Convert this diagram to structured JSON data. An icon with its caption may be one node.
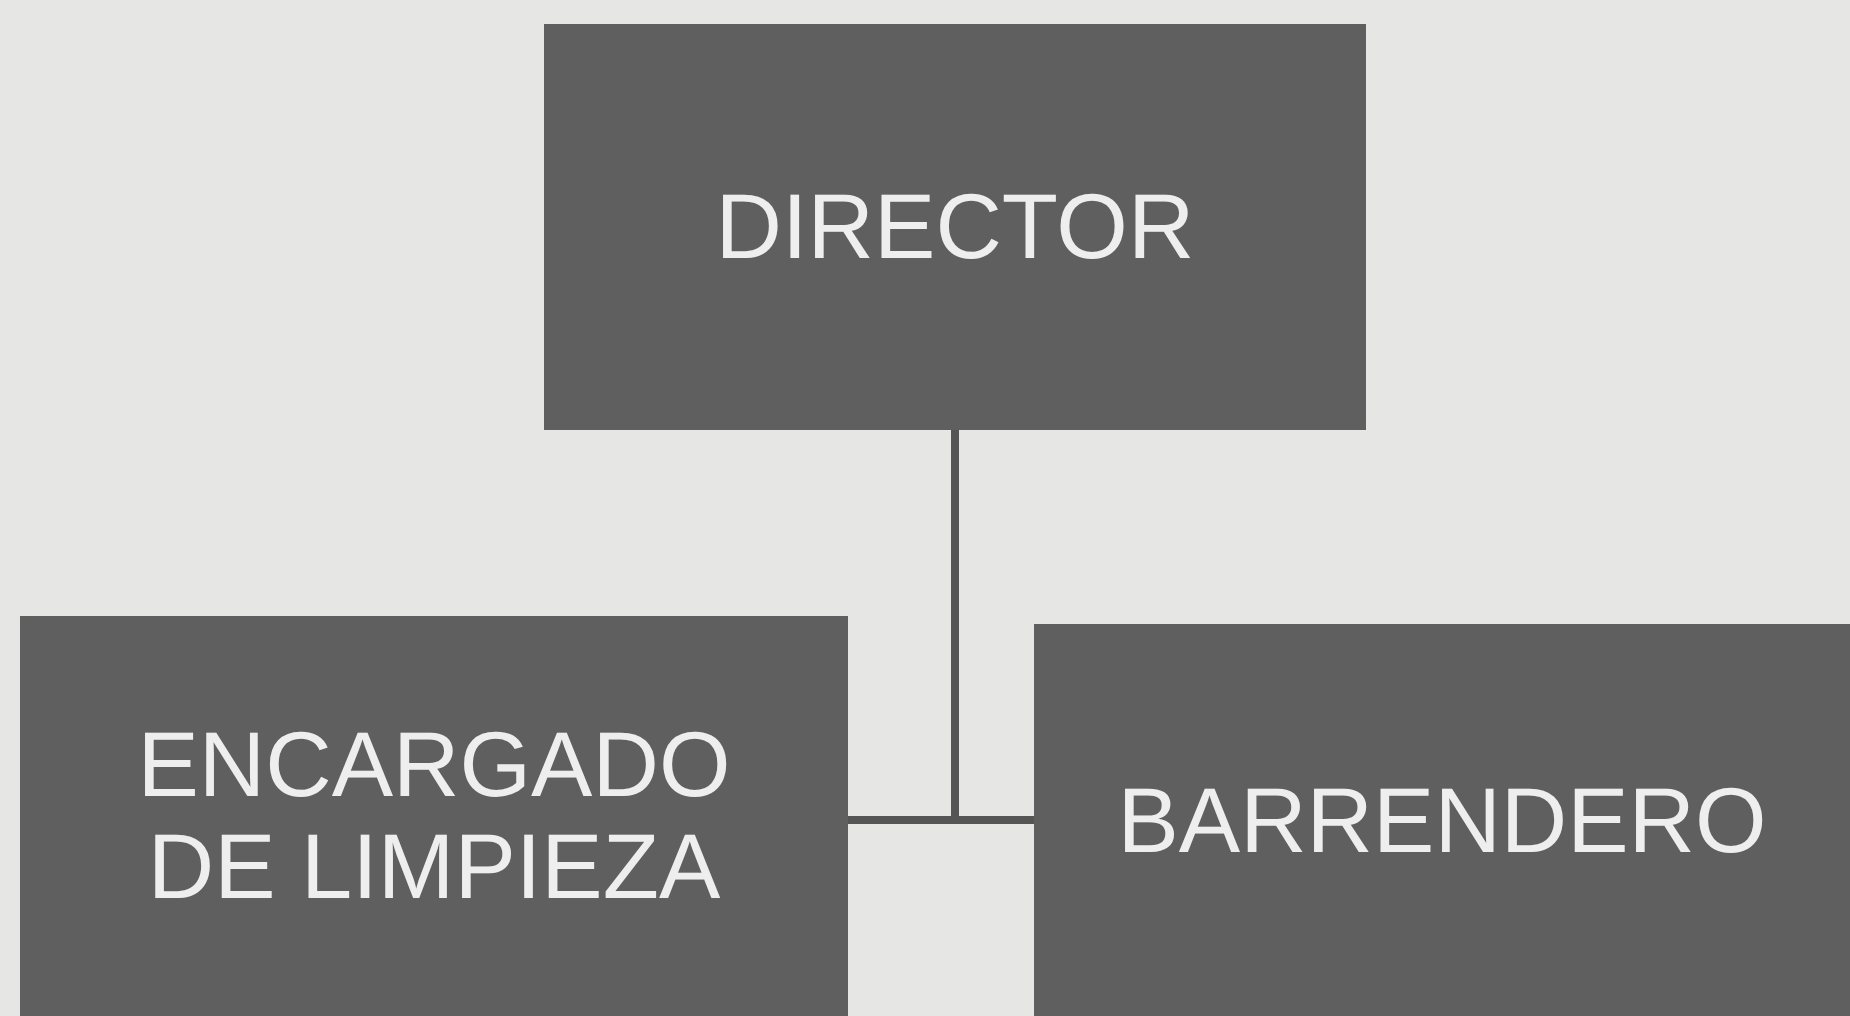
{
  "diagram": {
    "nodes": [
      {
        "text": [
          "DIRECTOR"
        ]
      },
      {
        "text": [
          "ENCARGADO DE LIMPIEZA"
        ]
      },
      {
        "text": [
          "BARRENDERO"
        ]
      }
    ],
    "edges": [
      {
        "from": 0,
        "to": 1,
        "arrow": "none"
      },
      {
        "from": 0,
        "to": 2,
        "arrow": "none"
      }
    ]
  }
}
